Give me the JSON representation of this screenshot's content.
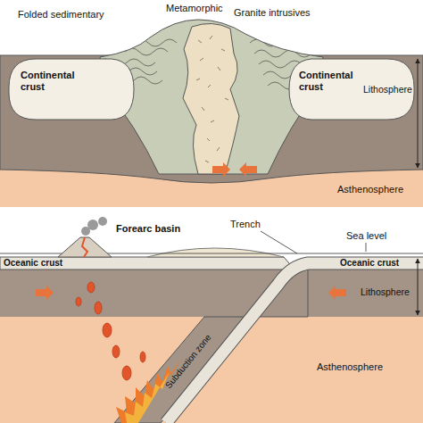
{
  "diagram": {
    "labels": [
      "Folded sedimentary",
      "Metamorphic",
      "Granite intrusives",
      "Continental crust",
      "Continental crust",
      "Lithosphere",
      "Asthenosphere",
      "Trench",
      "Sea level",
      "Forearc basin",
      "Oceanic crust",
      "Oceanic crust",
      "Lithosphere",
      "Subduction zone",
      "Asthenosphere"
    ]
  }
}
